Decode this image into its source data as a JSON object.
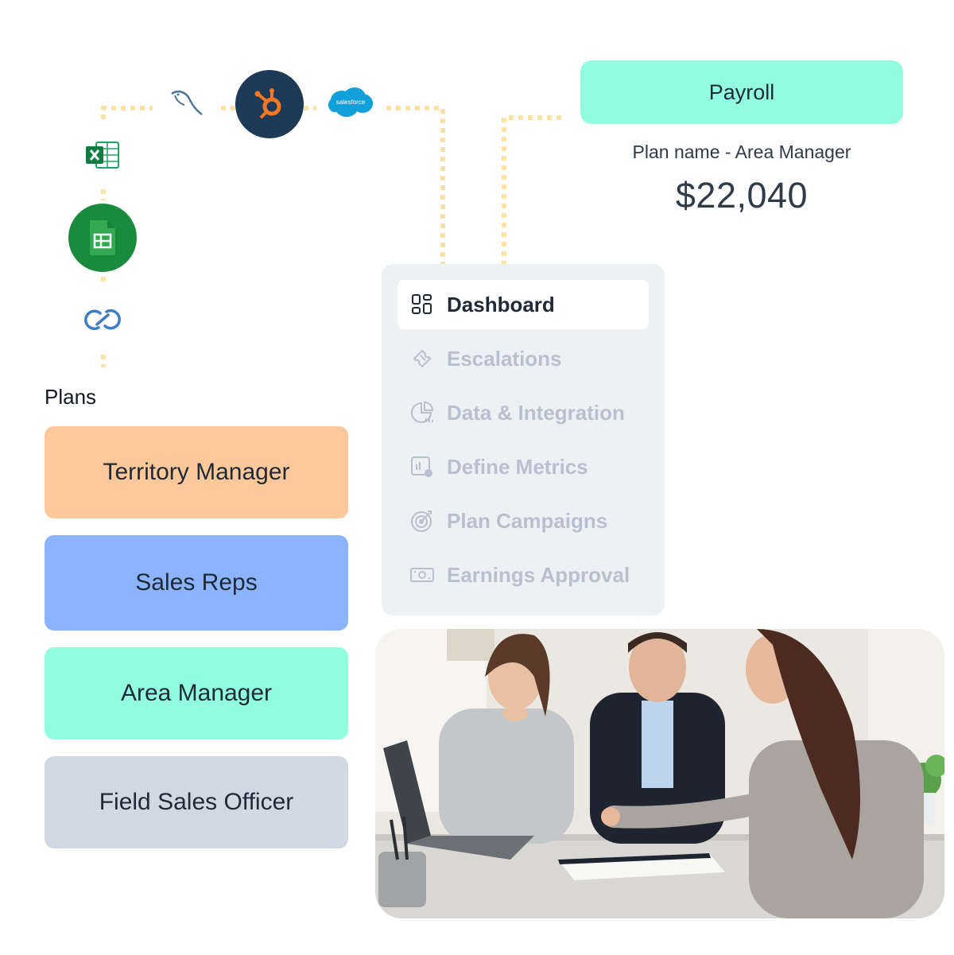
{
  "integrations": {
    "hubspot_icon": "hubspot-icon",
    "salesforce_label": "salesforce",
    "mysql_icon": "mysql-icon",
    "excel_icon": "excel-icon",
    "google_sheets_icon": "google-sheets-icon",
    "zoho_icon": "zoho-icon"
  },
  "payroll": {
    "button_label": "Payroll",
    "plan_name": "Plan name - Area Manager",
    "amount": "$22,040"
  },
  "nav": {
    "items": [
      {
        "label": "Dashboard",
        "icon": "dashboard-icon",
        "active": true
      },
      {
        "label": "Escalations",
        "icon": "ticket-icon",
        "active": false
      },
      {
        "label": "Data & Integration",
        "icon": "pie-chart-icon",
        "active": false
      },
      {
        "label": "Define Metrics",
        "icon": "metrics-gear-icon",
        "active": false
      },
      {
        "label": "Plan Campaigns",
        "icon": "target-icon",
        "active": false
      },
      {
        "label": "Earnings Approval",
        "icon": "money-icon",
        "active": false
      }
    ]
  },
  "plans": {
    "title": "Plans",
    "items": [
      {
        "label": "Territory Manager",
        "color": "#fec99a"
      },
      {
        "label": "Sales Reps",
        "color": "#8bb4fc"
      },
      {
        "label": "Area Manager",
        "color": "#93fde0"
      },
      {
        "label": "Field Sales Officer",
        "color": "#d0d8e3"
      }
    ]
  },
  "photo": {
    "subject": "office-meeting-photo"
  },
  "colors": {
    "connector": "#fbe3a6",
    "payroll_bg": "#93fde0",
    "nav_bg": "#eef1f4",
    "nav_inactive_text": "#b8c0cf"
  }
}
